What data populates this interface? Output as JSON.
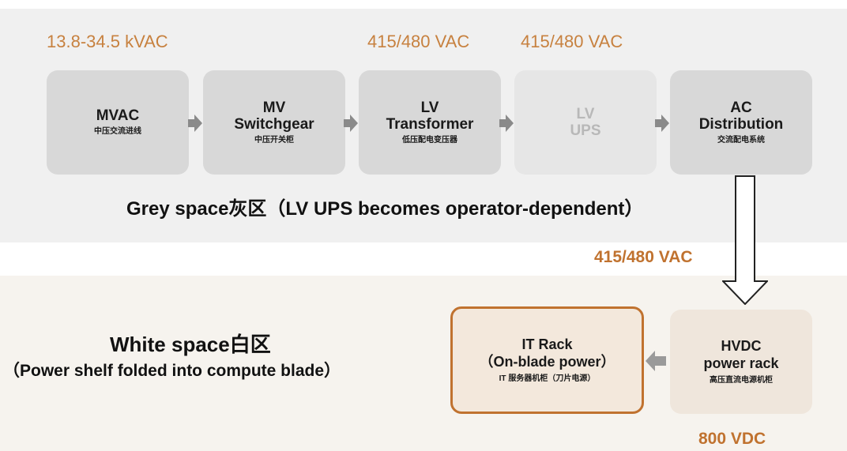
{
  "grey_space": {
    "voltages": {
      "mv": "13.8-34.5 kVAC",
      "lv_transformer": "415/480 VAC",
      "lv_ups": "415/480 VAC"
    },
    "blocks": [
      {
        "title": "MVAC",
        "sub": "中压交流进线"
      },
      {
        "title": "MV\nSwitchgear",
        "sub": "中压开关柜"
      },
      {
        "title": "LV\nTransformer",
        "sub": "低压配电变压器"
      },
      {
        "title": "LV\nUPS",
        "sub": ""
      },
      {
        "title": "AC\nDistribution",
        "sub": "交流配电系统"
      }
    ],
    "caption": "Grey space灰区（LV UPS becomes operator-dependent）"
  },
  "link_voltage": "415/480 VAC",
  "white_space": {
    "title": "White space白区",
    "subtitle": "（Power shelf folded into compute blade）",
    "it_rack": {
      "title": "IT Rack\n（On-blade power）",
      "sub": "IT 服务器机柜（刀片电源）"
    },
    "hvdc": {
      "title": "HVDC\npower rack",
      "sub": "高压直流电源机柜"
    },
    "dc_voltage": "800 VDC"
  },
  "colors": {
    "accent": "#c0722f",
    "block": "#d8d8d8",
    "grey_bg": "#f0f0f0",
    "white_bg": "#f6f3ee"
  }
}
